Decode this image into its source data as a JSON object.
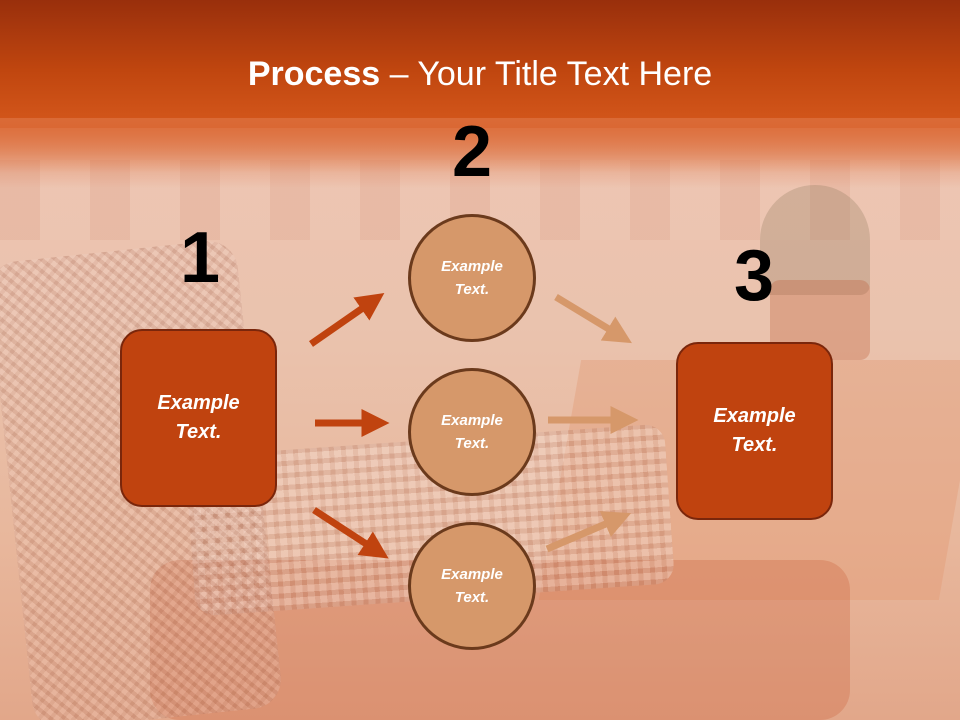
{
  "title": {
    "bold": "Process",
    "rest": " – Your Title Text Here"
  },
  "numbers": {
    "one": "1",
    "two": "2",
    "three": "3"
  },
  "boxes": {
    "left": "Example\nText.",
    "right": "Example\nText."
  },
  "circles": {
    "top": "Example\nText.",
    "middle": "Example\nText.",
    "bottom": "Example\nText."
  },
  "colors": {
    "header": "#c0460f",
    "box": "#c0430f",
    "circle": "#d6986a",
    "arrow_dark": "#c0430f",
    "arrow_light": "#d6986a"
  }
}
